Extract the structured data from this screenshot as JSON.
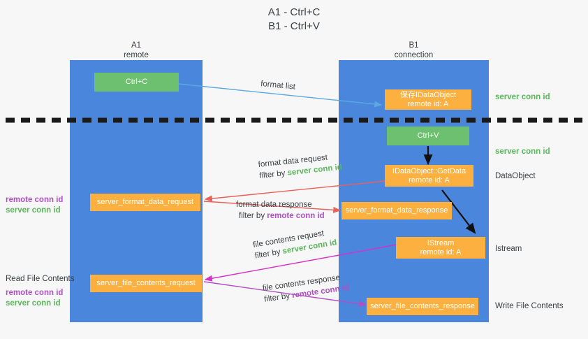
{
  "title": {
    "line1": "A1 - Ctrl+C",
    "line2": "B1 - Ctrl+V"
  },
  "lanes": [
    {
      "id": "a1",
      "name": "A1",
      "role": "remote"
    },
    {
      "id": "b1",
      "name": "B1",
      "role": "connection"
    }
  ],
  "boxes": {
    "ctrl_c": "Ctrl+C",
    "ctrl_v": "Ctrl+V",
    "save_idataobject": "保存IDataObject\nremote id: A",
    "idataobject_getdata": "IDataObject::GetData\nremote id: A",
    "istream": "IStream\nremote id: A",
    "server_format_data_request": "server_format_data_request",
    "server_format_data_response": "server_format_data_response",
    "server_file_contents_request": "server_file_contents_request",
    "server_file_contents_response": "server_file_contents_response"
  },
  "right_notes": {
    "server_conn_id_1": "server conn id",
    "server_conn_id_2": "server conn id",
    "dataobject": "DataObject",
    "istream": "Istream",
    "write_file_contents": "Write File Contents"
  },
  "left_notes": {
    "remote_conn_id_1": "remote conn id",
    "server_conn_id_1": "server conn id",
    "read_file_contents": "Read File Contents",
    "remote_conn_id_2": "remote conn id",
    "server_conn_id_2": "server conn id"
  },
  "edges": [
    {
      "id": "format-list",
      "label": "format list",
      "filter_prefix": "",
      "filter_value": "",
      "color": "#5ba9e0"
    },
    {
      "id": "format-data-request",
      "label": "format data request",
      "filter_prefix": "filter by ",
      "filter_value": "server conn id",
      "filter_color": "green",
      "color": "#e8615a"
    },
    {
      "id": "format-data-response",
      "label": "format data response",
      "filter_prefix": "filter by ",
      "filter_value": "remote conn id",
      "filter_color": "purple",
      "color": "#e8615a"
    },
    {
      "id": "file-contents-request",
      "label": "file contents request",
      "filter_prefix": "filter by ",
      "filter_value": "server conn id",
      "filter_color": "green",
      "color": "#d630c8"
    },
    {
      "id": "file-contents-response",
      "label": "file contents response",
      "filter_prefix": "filter by ",
      "filter_value": "remote conn id",
      "filter_color": "purple",
      "color": "#b14fc5"
    }
  ],
  "colors": {
    "lane": "#4a86db",
    "green_box": "#6cc070",
    "orange_box": "#fbb040",
    "accent_green_text": "#5bb75b",
    "accent_purple_text": "#b14fc5",
    "divider": "#1a1a1a",
    "background": "#f7f7f7"
  }
}
